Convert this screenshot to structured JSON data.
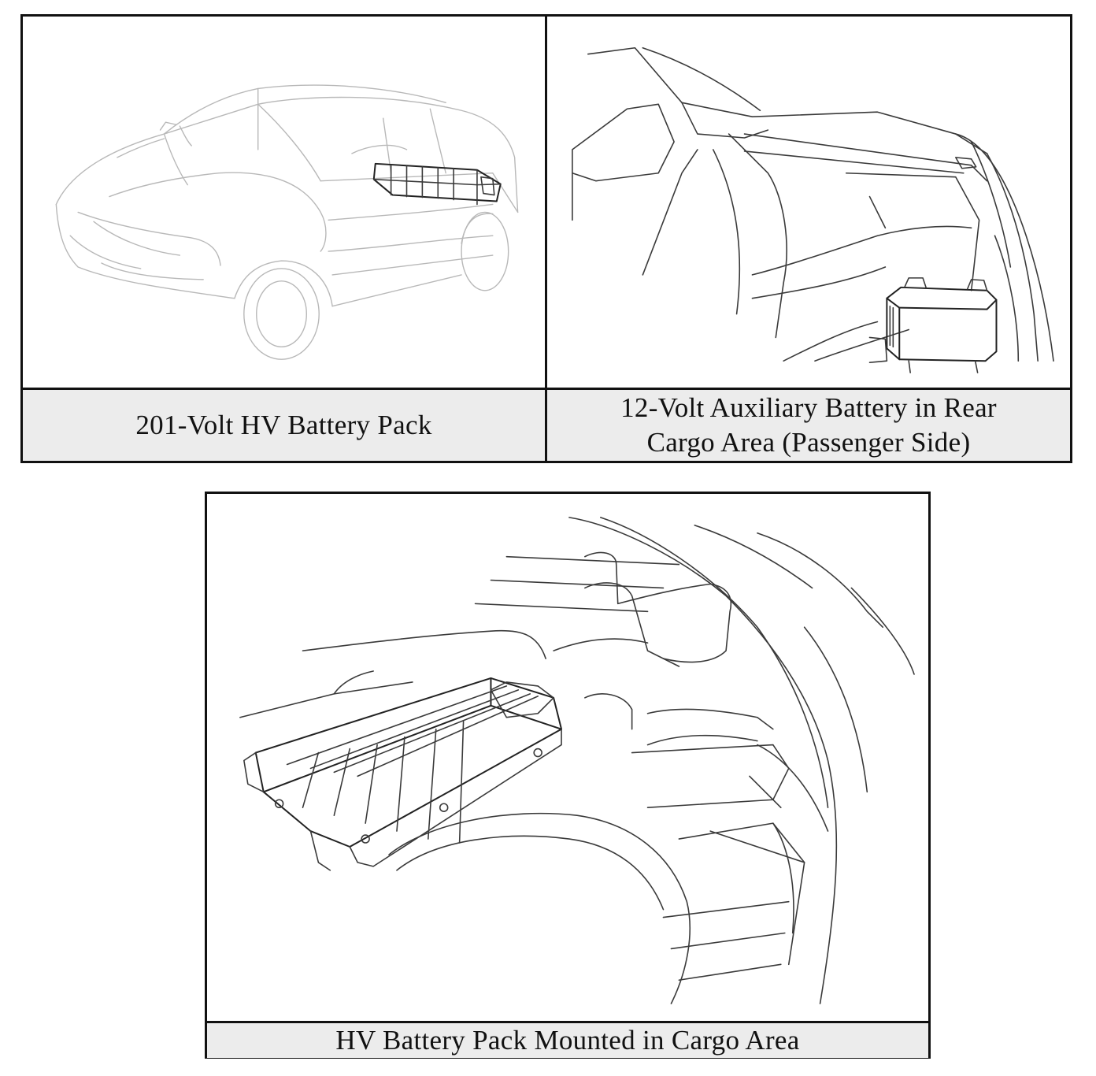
{
  "panels": {
    "hv_pack": {
      "caption": "201-Volt HV Battery Pack",
      "illustration_icon": "car-battery-location-icon"
    },
    "aux_battery": {
      "caption_line1": "12-Volt Auxiliary Battery in Rear",
      "caption_line2": "Cargo Area (Passenger Side)",
      "illustration_icon": "auxiliary-battery-icon"
    },
    "cargo_mount": {
      "caption": "HV Battery Pack Mounted in Cargo Area",
      "illustration_icon": "battery-pack-cargo-icon"
    }
  }
}
